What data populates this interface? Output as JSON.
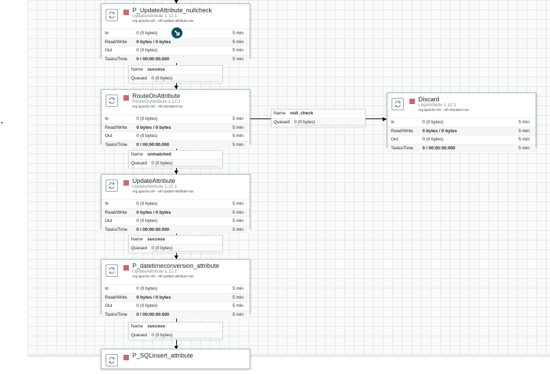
{
  "processors": [
    {
      "name": "P_UpdateAttribute_nullcheck",
      "type": "UpdateAttribute 1.12.1",
      "bundle": "org.apache.nifi - nifi-update-attribute-nar",
      "in": "0 (0 bytes)",
      "read_write": "0 bytes / 0 bytes",
      "out": "0 (0 bytes)",
      "tasks_time": "0 / 00:00:00.000",
      "in_time": "5 min",
      "rw_time": "5 min",
      "out_time": "5 min",
      "tasks_time_window": "5 min"
    },
    {
      "name": "RouteOnAttribute",
      "type": "RouteOnAttribute 1.12.1",
      "bundle": "org.apache.nifi - nifi-standard-nar",
      "in": "0 (0 bytes)",
      "read_write": "0 bytes / 0 bytes",
      "out": "0 (0 bytes)",
      "tasks_time": "0 / 00:00:00.000",
      "in_time": "5 min",
      "rw_time": "5 min",
      "out_time": "5 min",
      "tasks_time_window": "5 min"
    },
    {
      "name": "UpdateAttribute",
      "type": "UpdateAttribute 1.12.1",
      "bundle": "org.apache.nifi - nifi-update-attribute-nar",
      "in": "0 (0 bytes)",
      "read_write": "0 bytes / 0 bytes",
      "out": "0 (0 bytes)",
      "tasks_time": "0 / 00:00:00.000",
      "in_time": "5 min",
      "rw_time": "5 min",
      "out_time": "5 min",
      "tasks_time_window": "5 min"
    },
    {
      "name": "P_datetimeconversion_attribute",
      "type": "UpdateAttribute 1.12.1",
      "bundle": "org.apache.nifi - nifi-update-attribute-nar",
      "in": "0 (0 bytes)",
      "read_write": "0 bytes / 0 bytes",
      "out": "0 (0 bytes)",
      "tasks_time": "0 / 00:00:00.000",
      "in_time": "5 min",
      "rw_time": "5 min",
      "out_time": "5 min",
      "tasks_time_window": "5 min"
    },
    {
      "name": "Discard",
      "type": "LogAttribute 1.12.1",
      "bundle": "org.apache.nifi - nifi-standard-nar",
      "in": "0 (0 bytes)",
      "read_write": "0 bytes / 0 bytes",
      "out": "0 (0 bytes)",
      "tasks_time": "0 / 00:00:00.000",
      "in_time": "5 min",
      "rw_time": "5 min",
      "out_time": "5 min",
      "tasks_time_window": "5 min"
    }
  ],
  "stat_labels": {
    "in": "In",
    "read_write": "Read/Write",
    "out": "Out",
    "tasks_time": "Tasks/Time"
  },
  "connection_keys": {
    "name": "Name",
    "queued": "Queued"
  },
  "connections": [
    {
      "name": "success",
      "queued": "0 (0 bytes)"
    },
    {
      "name": "unmatched",
      "queued": "0 (0 bytes)"
    },
    {
      "name": "success",
      "queued": "0 (0 bytes)"
    },
    {
      "name": "success",
      "queued": "0 (0 bytes)"
    },
    {
      "name": "null_check",
      "queued": "0 (0 bytes)"
    }
  ],
  "partial_processor_name": "P_SQLinsert_attribute",
  "colors": {
    "run_state": "#c96a6f",
    "move_cursor": "#0b4f5e",
    "canvas_grid": "#e3e8eb"
  }
}
